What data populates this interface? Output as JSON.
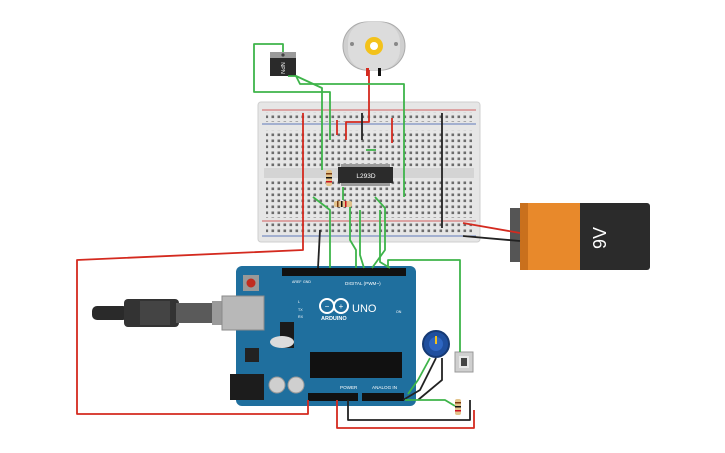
{
  "components": {
    "transistor": {
      "label": "NPN"
    },
    "driver_ic": {
      "label": "L293D"
    },
    "battery": {
      "label": "9V"
    },
    "arduino": {
      "brand": "ARDUINO",
      "model": "UNO",
      "digital_header": "DIGITAL (PWM~)",
      "power_header": "POWER",
      "analog_header": "ANALOG IN",
      "tx": "TX",
      "rx": "RX",
      "on": "ON",
      "l": "L",
      "aref": "AREF",
      "gnd": "GND"
    }
  },
  "colors": {
    "wire_red": "#d42a1f",
    "wire_green": "#3eb44a",
    "wire_black": "#222222",
    "board_blue": "#1f6f9e",
    "breadboard": "#e8e8e8",
    "battery_orange": "#e8892b"
  }
}
